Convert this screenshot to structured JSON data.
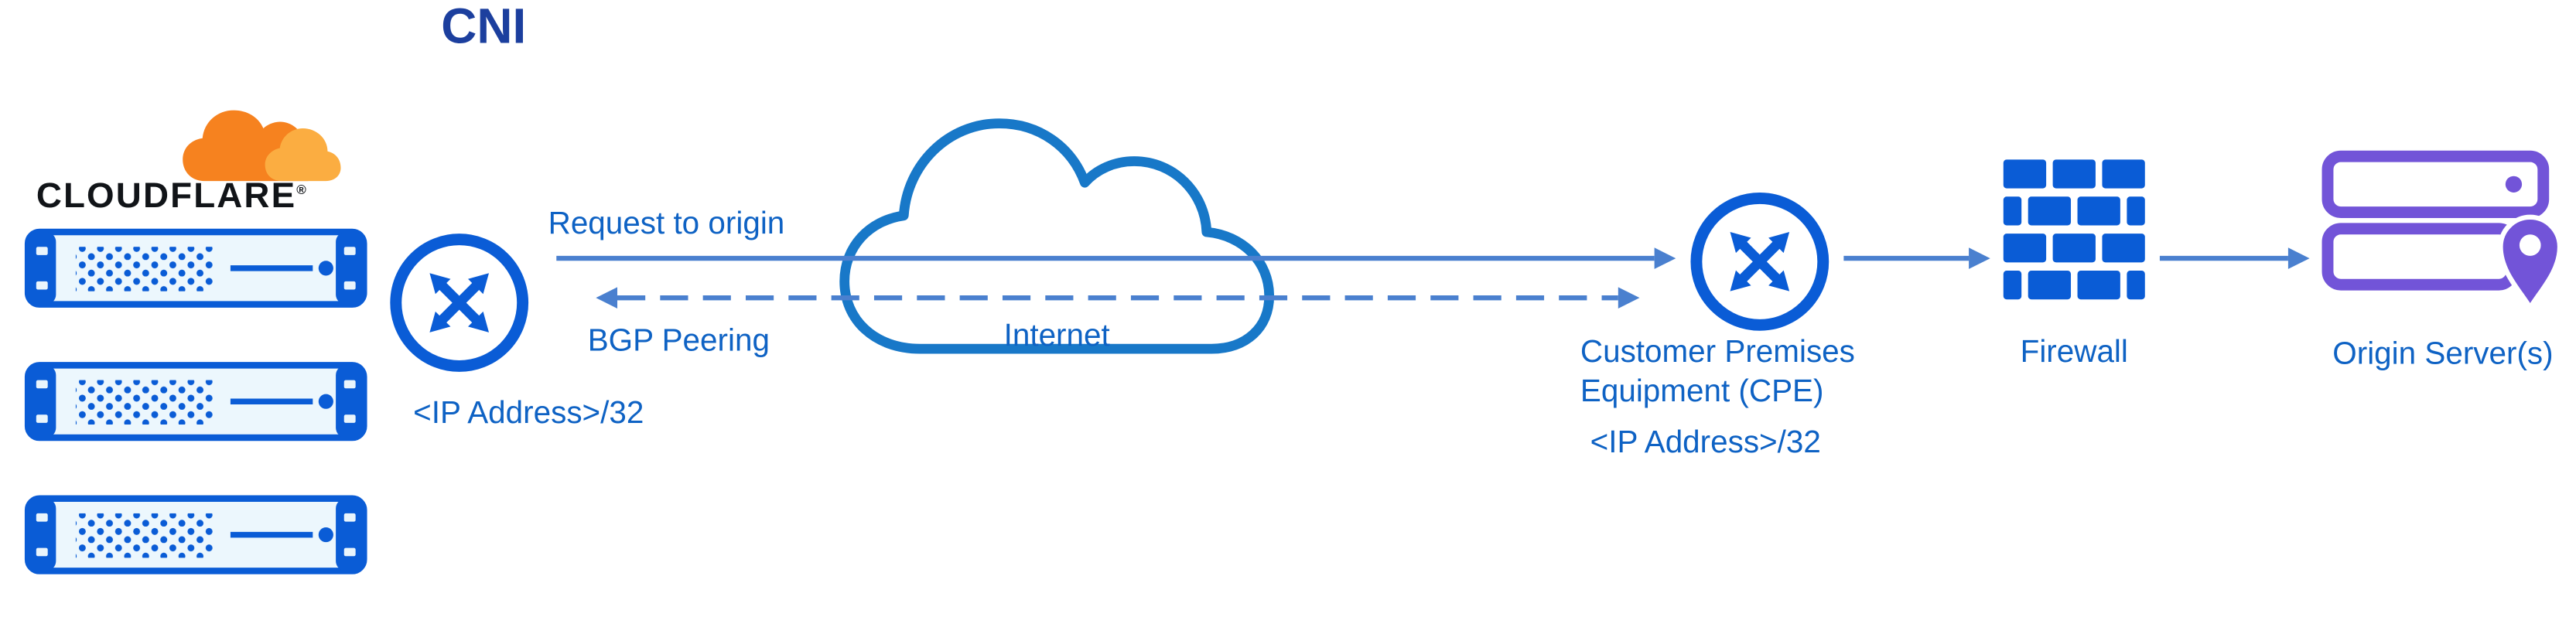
{
  "title": "CNI",
  "colors": {
    "icon_blue": "#0a5cd6",
    "cloud_outline_blue": "#1878c8",
    "arrow_blue": "#4a80cf",
    "label_blue": "#0e62c4",
    "title_blue": "#1c3f9e",
    "logo_orange": "#f6821f",
    "logo_orange_light": "#fbad41",
    "origin_purple": "#7254d8"
  },
  "cloudflare": {
    "wordmark": "CLOUDFLARE",
    "registered_mark": "®",
    "server_rack_count": 3
  },
  "nodes": {
    "cloudflare_router": {
      "icon": "router-icon",
      "label": "<IP Address>/32"
    },
    "internet": {
      "icon": "internet-cloud-icon",
      "label": "Internet"
    },
    "cpe": {
      "icon": "router-icon",
      "name_line1": "Customer Premises",
      "name_line2": "Equipment (CPE)",
      "label": "<IP Address>/32"
    },
    "firewall": {
      "icon": "firewall-icon",
      "label": "Firewall"
    },
    "origin": {
      "icon": "origin-server-icon",
      "label": "Origin Server(s)"
    }
  },
  "connections": {
    "request_to_origin": {
      "label": "Request to origin",
      "style": "solid",
      "arrow": "right"
    },
    "bgp_peering": {
      "label": "BGP Peering",
      "style": "dashed",
      "arrow": "both"
    },
    "cpe_to_firewall": {
      "style": "solid",
      "arrow": "right"
    },
    "firewall_to_origin": {
      "style": "solid",
      "arrow": "right"
    }
  },
  "icons": {
    "cloudflare-logo-icon": "two-tone orange cloud",
    "server-rack-icon": "blue server appliance with dotted grille, line and dot",
    "router-icon": "blue circle with four diagonal outward arrows",
    "internet-cloud-icon": "blue outlined cloud",
    "firewall-icon": "blue brick wall",
    "origin-server-icon": "purple stacked servers with location pin"
  }
}
